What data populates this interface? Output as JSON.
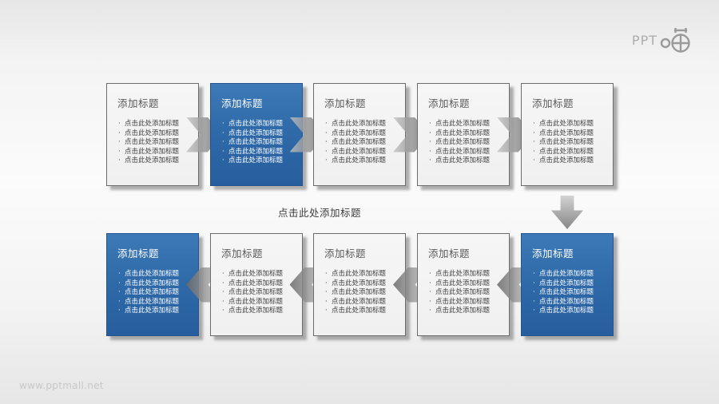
{
  "slide": {
    "center_label": "点击此处添加标题",
    "watermark": "www.pptmall.net",
    "logo_text": "PPT",
    "logo_icon": "compass-circle-icon"
  },
  "box_template": {
    "title": "添加标题",
    "bullets": [
      "点击此处添加标题",
      "点击此处添加标题",
      "点击此处添加标题",
      "点击此处添加标题",
      "点击此处添加标题"
    ]
  },
  "rows": [
    {
      "id": "top",
      "arrow_direction": "right",
      "box_variants": [
        "light",
        "blue",
        "light",
        "light",
        "light"
      ]
    },
    {
      "id": "bottom",
      "arrow_direction": "left",
      "box_variants": [
        "blue",
        "light",
        "light",
        "light",
        "blue"
      ]
    }
  ],
  "connector": {
    "type": "down-arrow",
    "position": "after-top-row-last-box"
  },
  "colors": {
    "blue_top": "#3e7ab7",
    "blue_bottom": "#275e9e",
    "light_box": "#f2f2f2",
    "box_border": "#6b6b6b",
    "arrow_gray": "#8c8c8c",
    "title_gray": "#595959",
    "bullet_dark": "#3f3f3f",
    "watermark_gray": "#c8c8c8",
    "logo_gray": "#adadad"
  }
}
